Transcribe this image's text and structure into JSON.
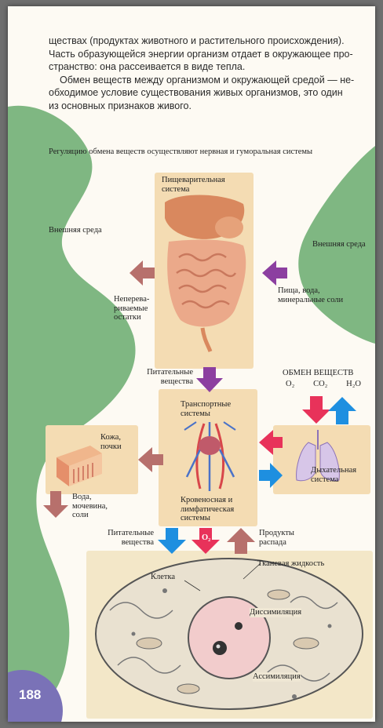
{
  "paragraph_lines": [
    "ществах (продуктах животного и растительного происхождения).",
    "Часть образующейся энергии организм отдает в окружающее про-",
    "странство: она рассеивается в виде тепла."
  ],
  "paragraph2_lines": [
    "Обмен веществ между организмом и окружающей средой — не-",
    "обходимое условие существования живых организмов, это один",
    "из основных признаков живого."
  ],
  "diagram": {
    "caption": "Регуляцию обмена веществ осуществляют нервная и гуморальная системы",
    "digestive_system": [
      "Пищеварительная",
      "система"
    ],
    "external_env_left": "Внешняя среда",
    "external_env_right": "Внешняя среда",
    "food_water": [
      "Пища, вода,",
      "минеральные соли"
    ],
    "undigested": [
      "Неперева-",
      "риваемые",
      "остатки"
    ],
    "nutrients_top": [
      "Питательные",
      "вещества"
    ],
    "metabolism": "ОБМЕН ВЕЩЕСТВ",
    "gases": [
      "O₂",
      "CO₂",
      "H₂O"
    ],
    "transport": [
      "Транспортные",
      "системы"
    ],
    "skin_kidneys": [
      "Кожа,",
      "почки"
    ],
    "water_urine": [
      "Вода,",
      "мочевина,",
      "соли"
    ],
    "respiratory": [
      "Дыхательная",
      "система"
    ],
    "circulatory": [
      "Кровеносная и",
      "лимфатическая",
      "системы"
    ],
    "nutrients_bottom": [
      "Питательные",
      "вещества"
    ],
    "o2_label": "O₂",
    "decay_products": [
      "Продукты",
      "распада"
    ],
    "tissue_fluid": "Тканевая жидкость",
    "cell": "Клетка",
    "dissimilation": "Диссимиляция",
    "assimilation": "Ассимиляция"
  },
  "page_number": "188",
  "colors": {
    "green": "#7fb782",
    "box": "#f4dcb3",
    "arrow_brown": "#b7706c",
    "arrow_purple": "#8c3fa0",
    "arrow_pink": "#e8325a",
    "arrow_blue": "#1e8fe0",
    "page_number_circle": "#7a72b7"
  }
}
